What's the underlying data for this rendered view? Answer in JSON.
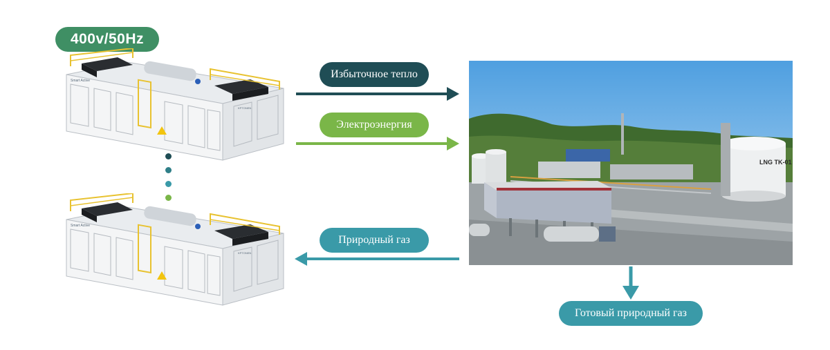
{
  "voltage_badge": "400v/50Hz",
  "labels": {
    "excess_heat": "Избыточное тепло",
    "electricity": "Электроэнергия",
    "natural_gas": "Природный газ",
    "finished_gas": "Готовый природный газ"
  },
  "genset_brand": "Smart Active",
  "genset_model": "KPTONEN",
  "tank_text": "LNG TK-01",
  "colors": {
    "heat": "#1f4d55",
    "electricity": "#7ab648",
    "gas": "#3a9aa8",
    "badge": "#3f8f64"
  }
}
